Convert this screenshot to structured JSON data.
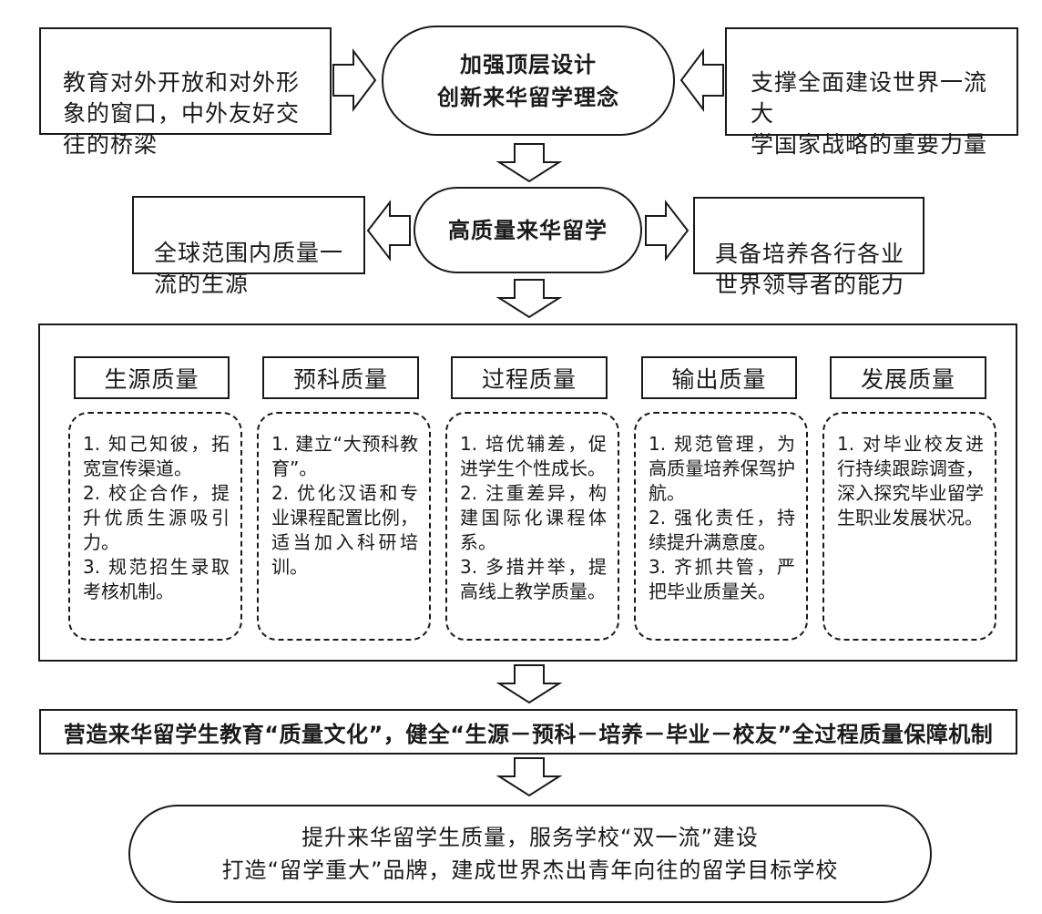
{
  "top": {
    "left_text": "教育对外开放和对外形\n象的窗口，中外友好交\n往的桥梁",
    "center_text": "加强顶层设计\n创新来华留学理念",
    "right_text": "支撑全面建设世界一流大\n学国家战略的重要力量"
  },
  "middle": {
    "left_text": "全球范围内质量一\n流的生源",
    "center_text": "高质量来华留学",
    "right_text": "具备培养各行各业\n世界领导者的能力"
  },
  "columns": [
    {
      "title": "生源质量",
      "body": "1. 知己知彼，拓宽宣传渠道。\n2. 校企合作，提升优质生源吸引力。\n3. 规范招生录取考核机制。"
    },
    {
      "title": "预科质量",
      "body": "1. 建立“大预科教育”。\n2. 优化汉语和专业课程配置比例，适当加入科研培训。"
    },
    {
      "title": "过程质量",
      "body": "1. 培优辅差，促进学生个性成长。\n2. 注重差异，构建国际化课程体系。\n3. 多措并举，提高线上教学质量。"
    },
    {
      "title": "输出质量",
      "body": "1. 规范管理，为高质量培养保驾护航。\n2. 强化责任，持续提升满意度。\n3. 齐抓共管，严把毕业质量关。"
    },
    {
      "title": "发展质量",
      "body": "1. 对毕业校友进行持续跟踪调查，深入探究毕业留学生职业发展状况。"
    }
  ],
  "banner_text": "营造来华留学生教育“质量文化”，健全“生源－预科－培养－毕业－校友”全过程质量保障机制",
  "final_text": "提升来华留学生质量，服务学校“双一流”建设\n打造“留学重大”品牌，建成世界杰出青年向往的留学目标学校"
}
